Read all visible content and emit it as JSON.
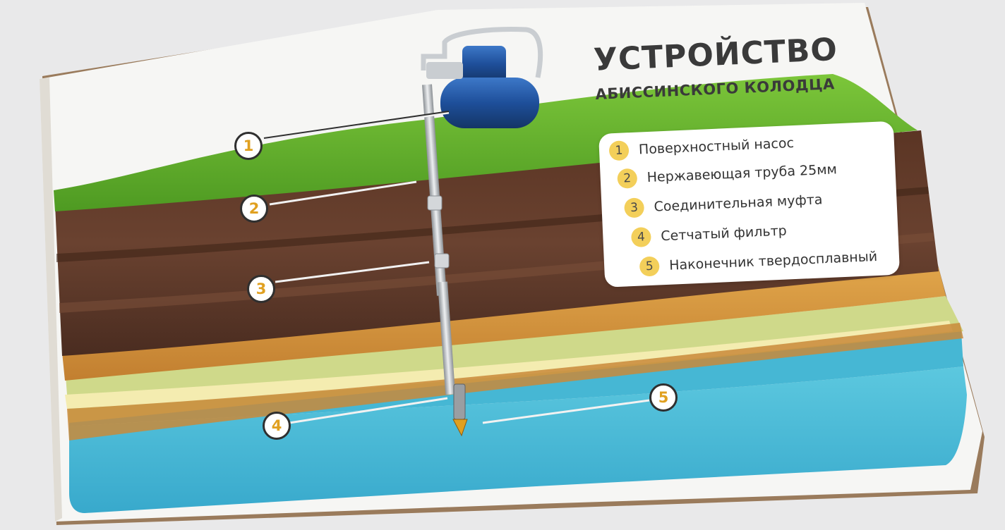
{
  "title": "УСТРОЙСТВО",
  "subtitle": "АБИССИНСКОГО КОЛОДЦА",
  "legend": [
    {
      "num": "1",
      "label": "Поверхностный насос"
    },
    {
      "num": "2",
      "label": "Нержавеющая труба 25мм"
    },
    {
      "num": "3",
      "label": "Соединительная муфта"
    },
    {
      "num": "4",
      "label": "Сетчатый фильтр"
    },
    {
      "num": "5",
      "label": "Наконечник твердосплавный"
    }
  ],
  "callouts": [
    "1",
    "2",
    "3",
    "4",
    "5"
  ],
  "colors": {
    "grass": "#5fae2a",
    "soil_dark": "#5a3a2a",
    "clay": "#d8963c",
    "sand": "#f3eaa6",
    "water": "#48b9d6",
    "pump": "#1e4f9a",
    "badge": "#f3cf5a",
    "callout_digit": "#e0a020"
  }
}
